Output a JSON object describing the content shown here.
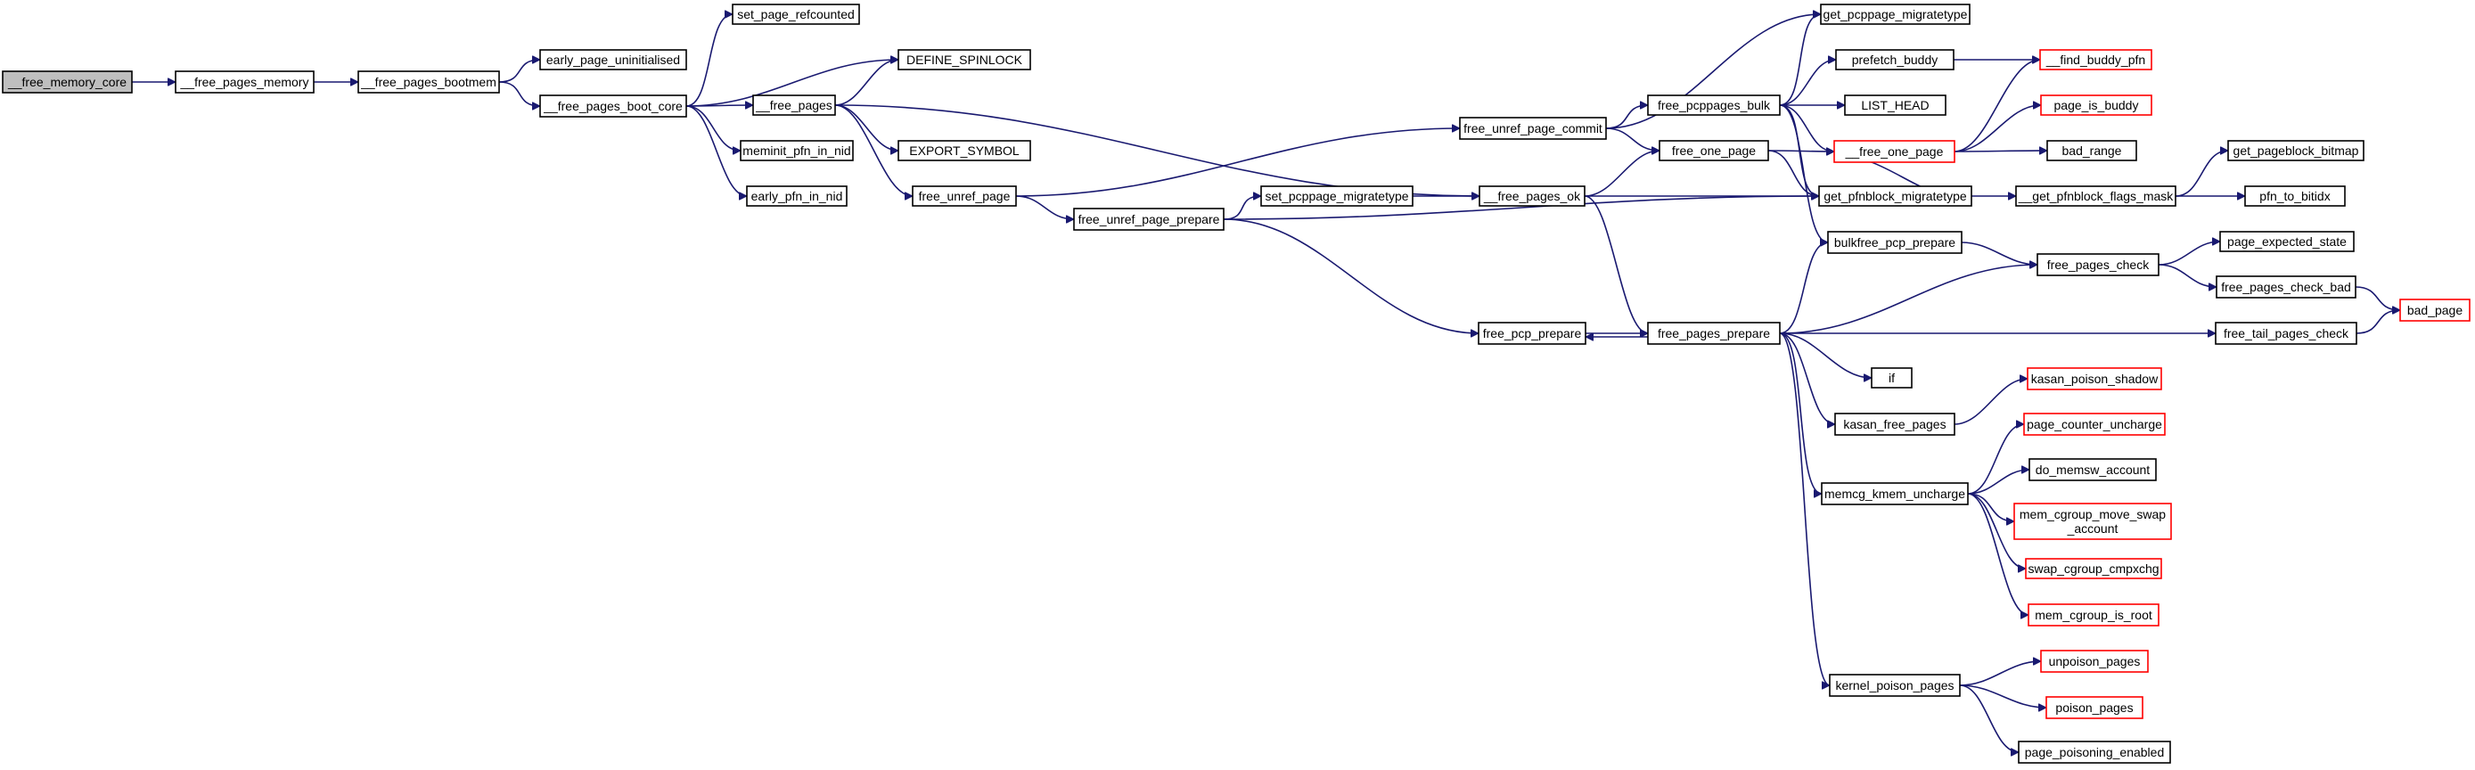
{
  "graph": {
    "colors": {
      "node_border": "#000000",
      "node_border_truncated": "#ff0000",
      "node_fill": "#ffffff",
      "root_fill": "#bfbfbf",
      "edge": "#191970"
    },
    "nodes": [
      {
        "id": "n0",
        "label": "__free_memory_core",
        "root": true,
        "truncated": false
      },
      {
        "id": "n1",
        "label": "__free_pages_memory",
        "truncated": false
      },
      {
        "id": "n2",
        "label": "__free_pages_bootmem",
        "truncated": false
      },
      {
        "id": "n3",
        "label": "early_page_uninitialised",
        "truncated": false
      },
      {
        "id": "n4",
        "label": "__free_pages_boot_core",
        "truncated": false
      },
      {
        "id": "n5",
        "label": "set_page_refcounted",
        "truncated": false
      },
      {
        "id": "n6",
        "label": "DEFINE_SPINLOCK",
        "truncated": false
      },
      {
        "id": "n7",
        "label": "__free_pages",
        "truncated": false
      },
      {
        "id": "n8",
        "label": "EXPORT_SYMBOL",
        "truncated": false
      },
      {
        "id": "n9",
        "label": "meminit_pfn_in_nid",
        "truncated": false
      },
      {
        "id": "n10",
        "label": "early_pfn_in_nid",
        "truncated": false
      },
      {
        "id": "n11",
        "label": "free_unref_page",
        "truncated": false
      },
      {
        "id": "n12",
        "label": "free_unref_page_prepare",
        "truncated": false
      },
      {
        "id": "n13",
        "label": "free_unref_page_commit",
        "truncated": false
      },
      {
        "id": "n14",
        "label": "set_pcppage_migratetype",
        "truncated": false
      },
      {
        "id": "n15",
        "label": "__free_pages_ok",
        "truncated": false
      },
      {
        "id": "n16",
        "label": "free_pcp_prepare",
        "truncated": false
      },
      {
        "id": "n17",
        "label": "free_pcppages_bulk",
        "truncated": false
      },
      {
        "id": "n18",
        "label": "free_one_page",
        "truncated": false
      },
      {
        "id": "n19",
        "label": "free_pages_prepare",
        "truncated": false
      },
      {
        "id": "n20",
        "label": "get_pcppage_migratetype",
        "truncated": false
      },
      {
        "id": "n21",
        "label": "prefetch_buddy",
        "truncated": false
      },
      {
        "id": "n22",
        "label": "LIST_HEAD",
        "truncated": false
      },
      {
        "id": "n23",
        "label": "__free_one_page",
        "truncated": true
      },
      {
        "id": "n24",
        "label": "get_pfnblock_migratetype",
        "truncated": false
      },
      {
        "id": "n25",
        "label": "bulkfree_pcp_prepare",
        "truncated": false
      },
      {
        "id": "n26",
        "label": "if",
        "truncated": false
      },
      {
        "id": "n27",
        "label": "kasan_free_pages",
        "truncated": false
      },
      {
        "id": "n28",
        "label": "memcg_kmem_uncharge",
        "truncated": false
      },
      {
        "id": "n29",
        "label": "kernel_poison_pages",
        "truncated": false
      },
      {
        "id": "n30",
        "label": "__find_buddy_pfn",
        "truncated": true
      },
      {
        "id": "n31",
        "label": "page_is_buddy",
        "truncated": true
      },
      {
        "id": "n32",
        "label": "bad_range",
        "truncated": false
      },
      {
        "id": "n33",
        "label": "__get_pfnblock_flags_mask",
        "truncated": false
      },
      {
        "id": "n34",
        "label": "free_pages_check",
        "truncated": false
      },
      {
        "id": "n35",
        "label": "free_tail_pages_check",
        "truncated": false
      },
      {
        "id": "n36",
        "label": "kasan_poison_shadow",
        "truncated": true
      },
      {
        "id": "n37",
        "label": "page_counter_uncharge",
        "truncated": true
      },
      {
        "id": "n38",
        "label": "do_memsw_account",
        "truncated": false
      },
      {
        "id": "n39",
        "label": "mem_cgroup_move_swap\n_account",
        "truncated": true
      },
      {
        "id": "n40",
        "label": "swap_cgroup_cmpxchg",
        "truncated": true
      },
      {
        "id": "n41",
        "label": "mem_cgroup_is_root",
        "truncated": true
      },
      {
        "id": "n42",
        "label": "unpoison_pages",
        "truncated": true
      },
      {
        "id": "n43",
        "label": "poison_pages",
        "truncated": true
      },
      {
        "id": "n44",
        "label": "page_poisoning_enabled",
        "truncated": false
      },
      {
        "id": "n45",
        "label": "get_pageblock_bitmap",
        "truncated": false
      },
      {
        "id": "n46",
        "label": "pfn_to_bitidx",
        "truncated": false
      },
      {
        "id": "n47",
        "label": "page_expected_state",
        "truncated": false
      },
      {
        "id": "n48",
        "label": "free_pages_check_bad",
        "truncated": false
      },
      {
        "id": "n49",
        "label": "bad_page",
        "truncated": true
      }
    ],
    "edges": [
      [
        "n0",
        "n1"
      ],
      [
        "n1",
        "n2"
      ],
      [
        "n2",
        "n3"
      ],
      [
        "n2",
        "n4"
      ],
      [
        "n4",
        "n5"
      ],
      [
        "n4",
        "n6"
      ],
      [
        "n4",
        "n7"
      ],
      [
        "n4",
        "n9"
      ],
      [
        "n4",
        "n10"
      ],
      [
        "n7",
        "n6"
      ],
      [
        "n7",
        "n8"
      ],
      [
        "n7",
        "n11"
      ],
      [
        "n7",
        "n15"
      ],
      [
        "n11",
        "n12"
      ],
      [
        "n11",
        "n13"
      ],
      [
        "n12",
        "n14"
      ],
      [
        "n12",
        "n16"
      ],
      [
        "n12",
        "n24"
      ],
      [
        "n13",
        "n17"
      ],
      [
        "n13",
        "n18"
      ],
      [
        "n13",
        "n20"
      ],
      [
        "n14",
        "n15"
      ],
      [
        "n15",
        "n18"
      ],
      [
        "n15",
        "n19"
      ],
      [
        "n15",
        "n24"
      ],
      [
        "n16",
        "n19"
      ],
      [
        "n17",
        "n20"
      ],
      [
        "n17",
        "n21"
      ],
      [
        "n17",
        "n22"
      ],
      [
        "n17",
        "n23"
      ],
      [
        "n17",
        "n24"
      ],
      [
        "n17",
        "n25"
      ],
      [
        "n18",
        "n23"
      ],
      [
        "n18",
        "n24"
      ],
      [
        "n19",
        "n16"
      ],
      [
        "n19",
        "n25"
      ],
      [
        "n19",
        "n34"
      ],
      [
        "n19",
        "n35"
      ],
      [
        "n19",
        "n26"
      ],
      [
        "n19",
        "n27"
      ],
      [
        "n19",
        "n28"
      ],
      [
        "n19",
        "n29"
      ],
      [
        "n21",
        "n30"
      ],
      [
        "n23",
        "n30"
      ],
      [
        "n23",
        "n31"
      ],
      [
        "n23",
        "n32"
      ],
      [
        "n23",
        "n24"
      ],
      [
        "n24",
        "n33"
      ],
      [
        "n25",
        "n34"
      ],
      [
        "n27",
        "n36"
      ],
      [
        "n28",
        "n37"
      ],
      [
        "n28",
        "n38"
      ],
      [
        "n28",
        "n39"
      ],
      [
        "n28",
        "n40"
      ],
      [
        "n28",
        "n41"
      ],
      [
        "n29",
        "n42"
      ],
      [
        "n29",
        "n43"
      ],
      [
        "n29",
        "n44"
      ],
      [
        "n33",
        "n45"
      ],
      [
        "n33",
        "n46"
      ],
      [
        "n34",
        "n47"
      ],
      [
        "n34",
        "n48"
      ],
      [
        "n35",
        "n49"
      ],
      [
        "n48",
        "n49"
      ]
    ]
  }
}
